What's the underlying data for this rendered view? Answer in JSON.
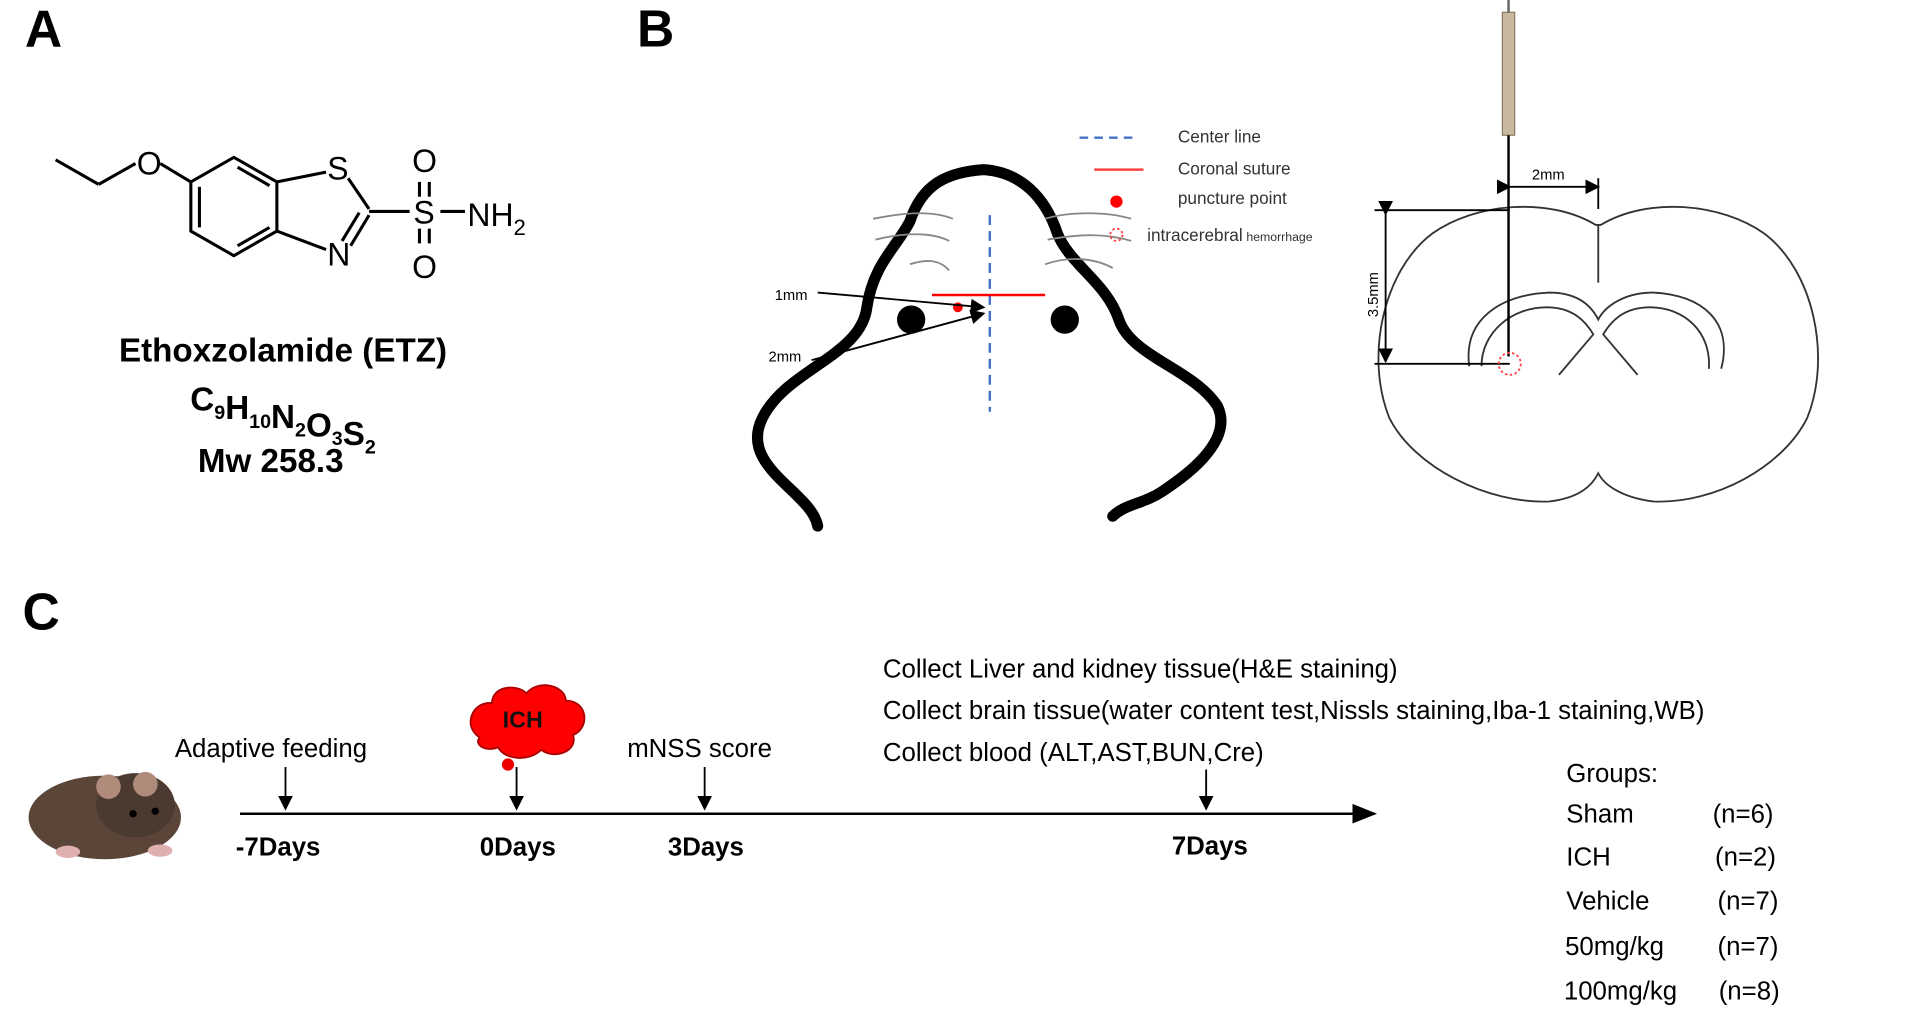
{
  "panels": {
    "a": "A",
    "b": "B",
    "c": "C"
  },
  "compound": {
    "atoms": {
      "o_ether": "O",
      "s_ring": "S",
      "n_ring": "N",
      "s_sulfonyl": "S",
      "o_top": "O",
      "o_bottom": "O",
      "nh2": "NH",
      "nh2_sub": "2"
    },
    "name": "Ethoxzolamide (ETZ)",
    "formula": [
      {
        "el": "C",
        "n": "9"
      },
      {
        "el": "H",
        "n": "10"
      },
      {
        "el": "N",
        "n": "2"
      },
      {
        "el": "O",
        "n": "3"
      },
      {
        "el": "S",
        "n": "2"
      }
    ],
    "mw": "Mw 258.3"
  },
  "surgery": {
    "legend": {
      "center_line": "Center line",
      "coronal_suture": "Coronal suture",
      "puncture_point": "puncture point",
      "hemorrhage_1": "intracerebral",
      "hemorrhage_2": "hemorrhage"
    },
    "measures": {
      "skull_1": "1mm",
      "skull_2": "2mm",
      "brain_lateral": "2mm",
      "brain_depth": "3.5mm"
    },
    "colors": {
      "center_line": "#4472c4",
      "suture": "#ff0000",
      "puncture": "#ff0000"
    }
  },
  "timeline": {
    "events_above": {
      "adaptive": "Adaptive feeding",
      "ich": "ICH",
      "mnss": "mNSS score"
    },
    "collect": [
      "Collect Liver and kidney tissue(H&E staining)",
      "Collect brain tissue(water content test,Nissls staining,Iba-1 staining,WB)",
      "Collect blood (ALT,AST,BUN,Cre)"
    ],
    "days": [
      "-7Days",
      "0Days",
      "3Days",
      "7Days"
    ]
  },
  "groups": {
    "title": "Groups:",
    "items": [
      {
        "name": "Sham",
        "n": "(n=6)"
      },
      {
        "name": "ICH",
        "n": "(n=2)"
      },
      {
        "name": "Vehicle",
        "n": "(n=7)"
      },
      {
        "name": "50mg/kg",
        "n": "(n=7)"
      },
      {
        "name": "100mg/kg",
        "n": "(n=8)"
      }
    ]
  }
}
